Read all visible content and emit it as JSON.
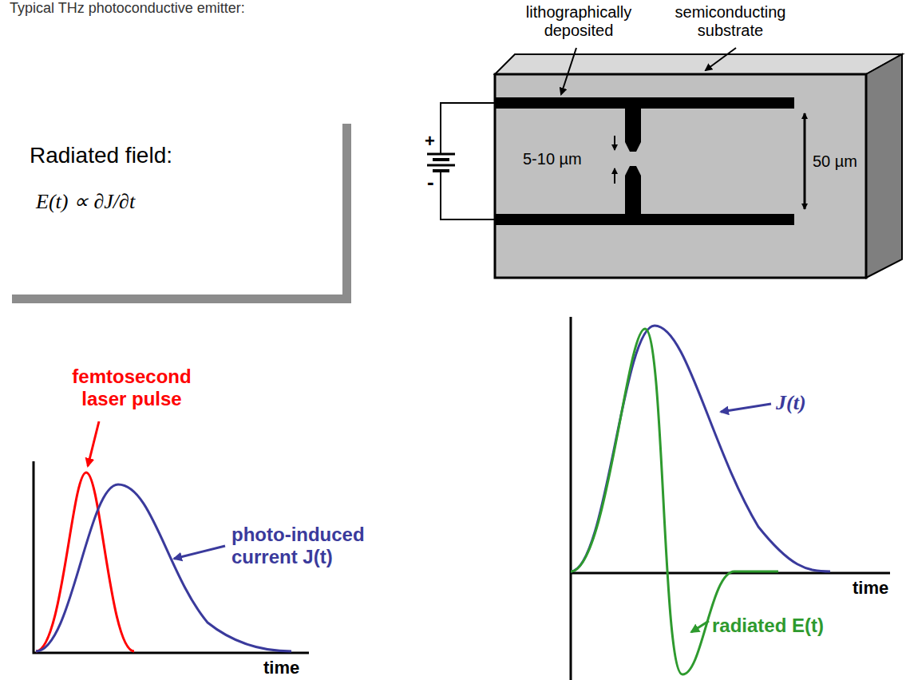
{
  "diagram": {
    "nodes": [
      {
        "text": [
          "Radiated field:",
          "E(t) ∝ ∂J/∂t"
        ]
      }
    ],
    "labels": [
      "Typical THz photoconductive emitter:",
      "lithographically deposited",
      "semiconducting substrate",
      "+",
      "-",
      "5-10 µm",
      "50 µm",
      "femtosecond laser pulse",
      "photo-induced current J(t)",
      "time",
      "J(t)",
      "radiated E(t)",
      "time"
    ]
  }
}
